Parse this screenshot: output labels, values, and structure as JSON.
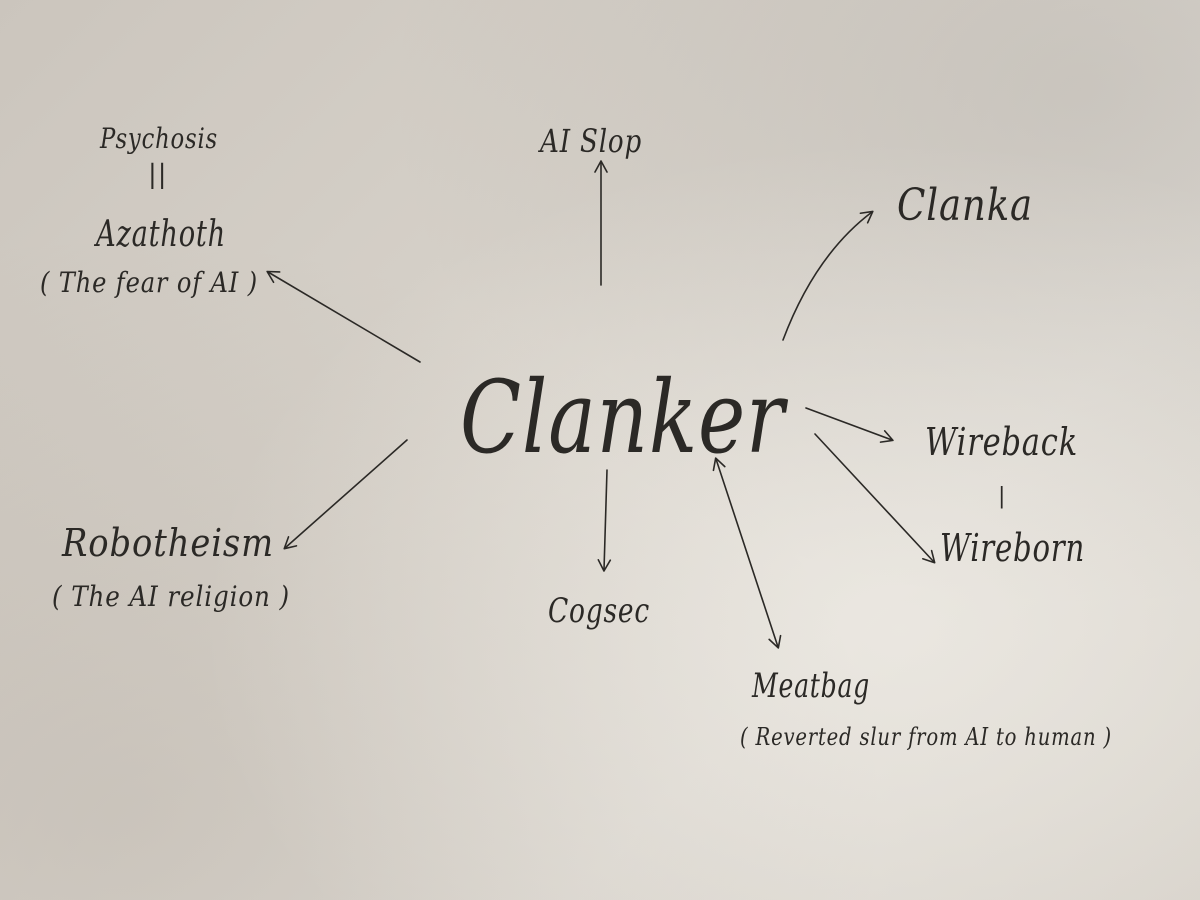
{
  "center": {
    "label": "Clanker"
  },
  "nodes": {
    "psychosis": "Psychosis",
    "equals": "||",
    "azathoth": "Azathoth",
    "azathoth_note": "( The fear of AI )",
    "ai_slop": "AI Slop",
    "clanka": "Clanka",
    "wireback": "Wireback",
    "wireback_sep": "|",
    "wireborn": "Wireborn",
    "robotheism": "Robotheism",
    "robotheism_note": "( The AI religion )",
    "cogsec": "Cogsec",
    "meatbag": "Meatbag",
    "meatbag_note": "( Reverted slur from AI to human )"
  },
  "colors": {
    "ink": "#2b2926",
    "paper": "#d6d1c9"
  }
}
